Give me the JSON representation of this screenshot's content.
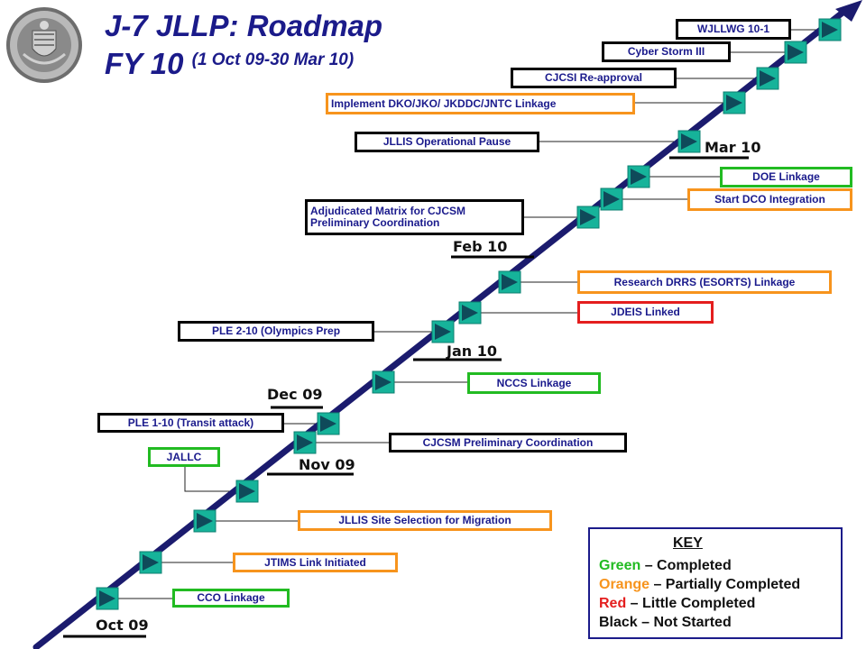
{
  "title": {
    "line1": "J-7 JLLP: Roadmap",
    "line2_main": "FY 10",
    "line2_sub": "(1 Oct 09-30 Mar 10)"
  },
  "months": [
    "Oct 09",
    "Nov 09",
    "Dec 09",
    "Jan 10",
    "Feb 10",
    "Mar 10"
  ],
  "milestones": [
    {
      "label": "CCO Linkage",
      "status": "green"
    },
    {
      "label": "JTIMS Link Initiated",
      "status": "orange"
    },
    {
      "label": "JLLIS Site Selection for Migration",
      "status": "orange"
    },
    {
      "label": "JALLC",
      "status": "green"
    },
    {
      "label": "CJCSM Preliminary Coordination",
      "status": "black"
    },
    {
      "label": "PLE 1-10 (Transit attack)",
      "status": "black"
    },
    {
      "label": "NCCS Linkage",
      "status": "green"
    },
    {
      "label": "PLE 2-10 (Olympics Prep",
      "status": "black"
    },
    {
      "label": "JDEIS Linked",
      "status": "red"
    },
    {
      "label": "Research DRRS (ESORTS) Linkage",
      "status": "orange"
    },
    {
      "label_lines": [
        "Adjudicated Matrix for CJCSM",
        "Preliminary Coordination"
      ],
      "status": "black"
    },
    {
      "label": "Start DCO Integration",
      "status": "orange"
    },
    {
      "label": "DOE Linkage",
      "status": "green"
    },
    {
      "label": "JLLIS Operational Pause",
      "status": "black"
    },
    {
      "label": "Implement DKO/JKO/ JKDDC/JNTC Linkage",
      "status": "orange"
    },
    {
      "label": "CJCSI Re-approval",
      "status": "black"
    },
    {
      "label": "Cyber Storm III",
      "status": "black"
    },
    {
      "label": "WJLLWG 10-1",
      "status": "black"
    }
  ],
  "key": {
    "title": "KEY",
    "rows": [
      {
        "color_word": "Green",
        "rest": " – Completed",
        "color": "#22bb22"
      },
      {
        "color_word": "Orange",
        "rest": " – Partially Completed",
        "color": "#f7941d"
      },
      {
        "color_word": "Red",
        "rest": " – Little Completed",
        "color": "#e41e1e"
      },
      {
        "color_word": "Black",
        "rest": " – Not Started",
        "color": "#111111"
      }
    ]
  },
  "colors": {
    "title": "#1b1b8a",
    "timeline": "#1b1b6e",
    "marker_fill": "#16b39a",
    "marker_arrow": "#0f4a5a",
    "green": "#22bb22",
    "orange": "#f7941d",
    "red": "#e41e1e",
    "black": "#000000"
  },
  "icons": {
    "seal": "joint-chiefs-seal-icon"
  }
}
